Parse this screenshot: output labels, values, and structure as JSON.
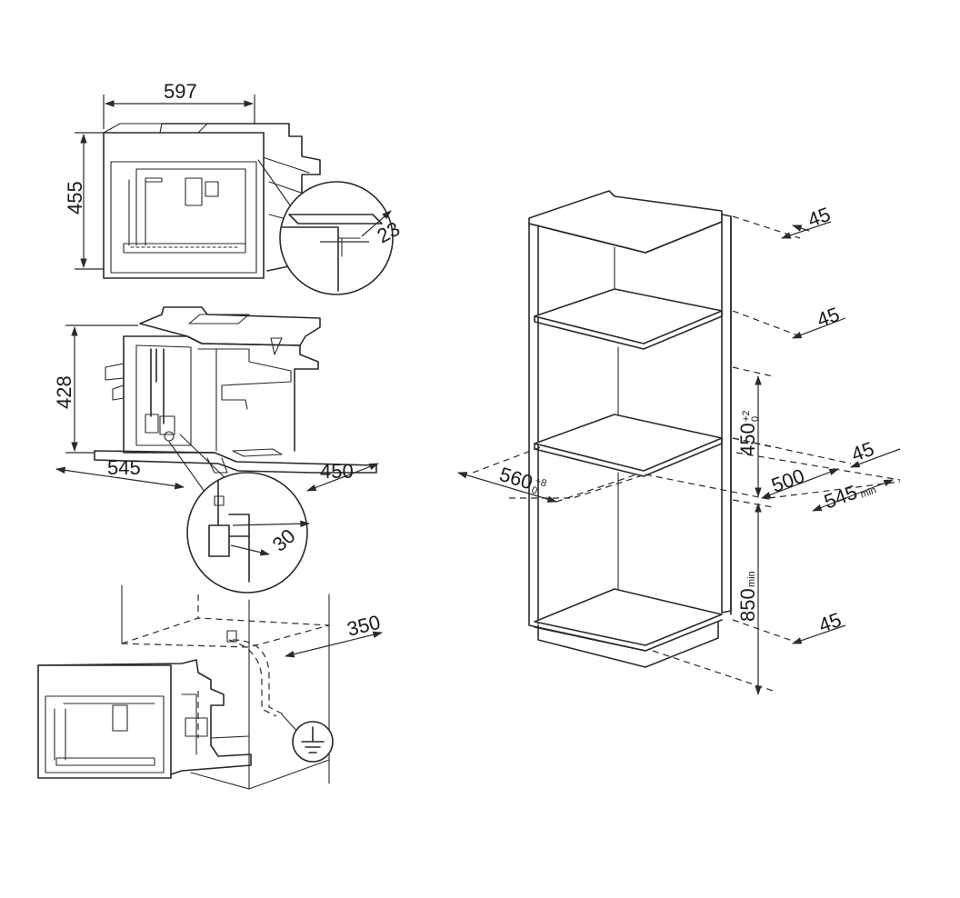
{
  "dimensions": {
    "width_597": "597",
    "height_455": "455",
    "reveal_23": "23",
    "height_428": "428",
    "depth_545": "545",
    "depth_450": "450",
    "connector_30": "30",
    "cable_350": "350",
    "niche_560": "560",
    "niche_560_tol_upper": "+8",
    "niche_560_tol_lower": "0",
    "niche_450": "450",
    "niche_450_tol_upper": "+2",
    "niche_450_tol_lower": "0",
    "shelf_45_top": "45",
    "shelf_45_upper": "45",
    "shelf_45_mid": "45",
    "shelf_45_bottom": "45",
    "depth_500": "500",
    "depth_545_min": "545",
    "depth_545_min_sub": "min",
    "floor_850_min": "850",
    "floor_850_min_sub": "min"
  }
}
